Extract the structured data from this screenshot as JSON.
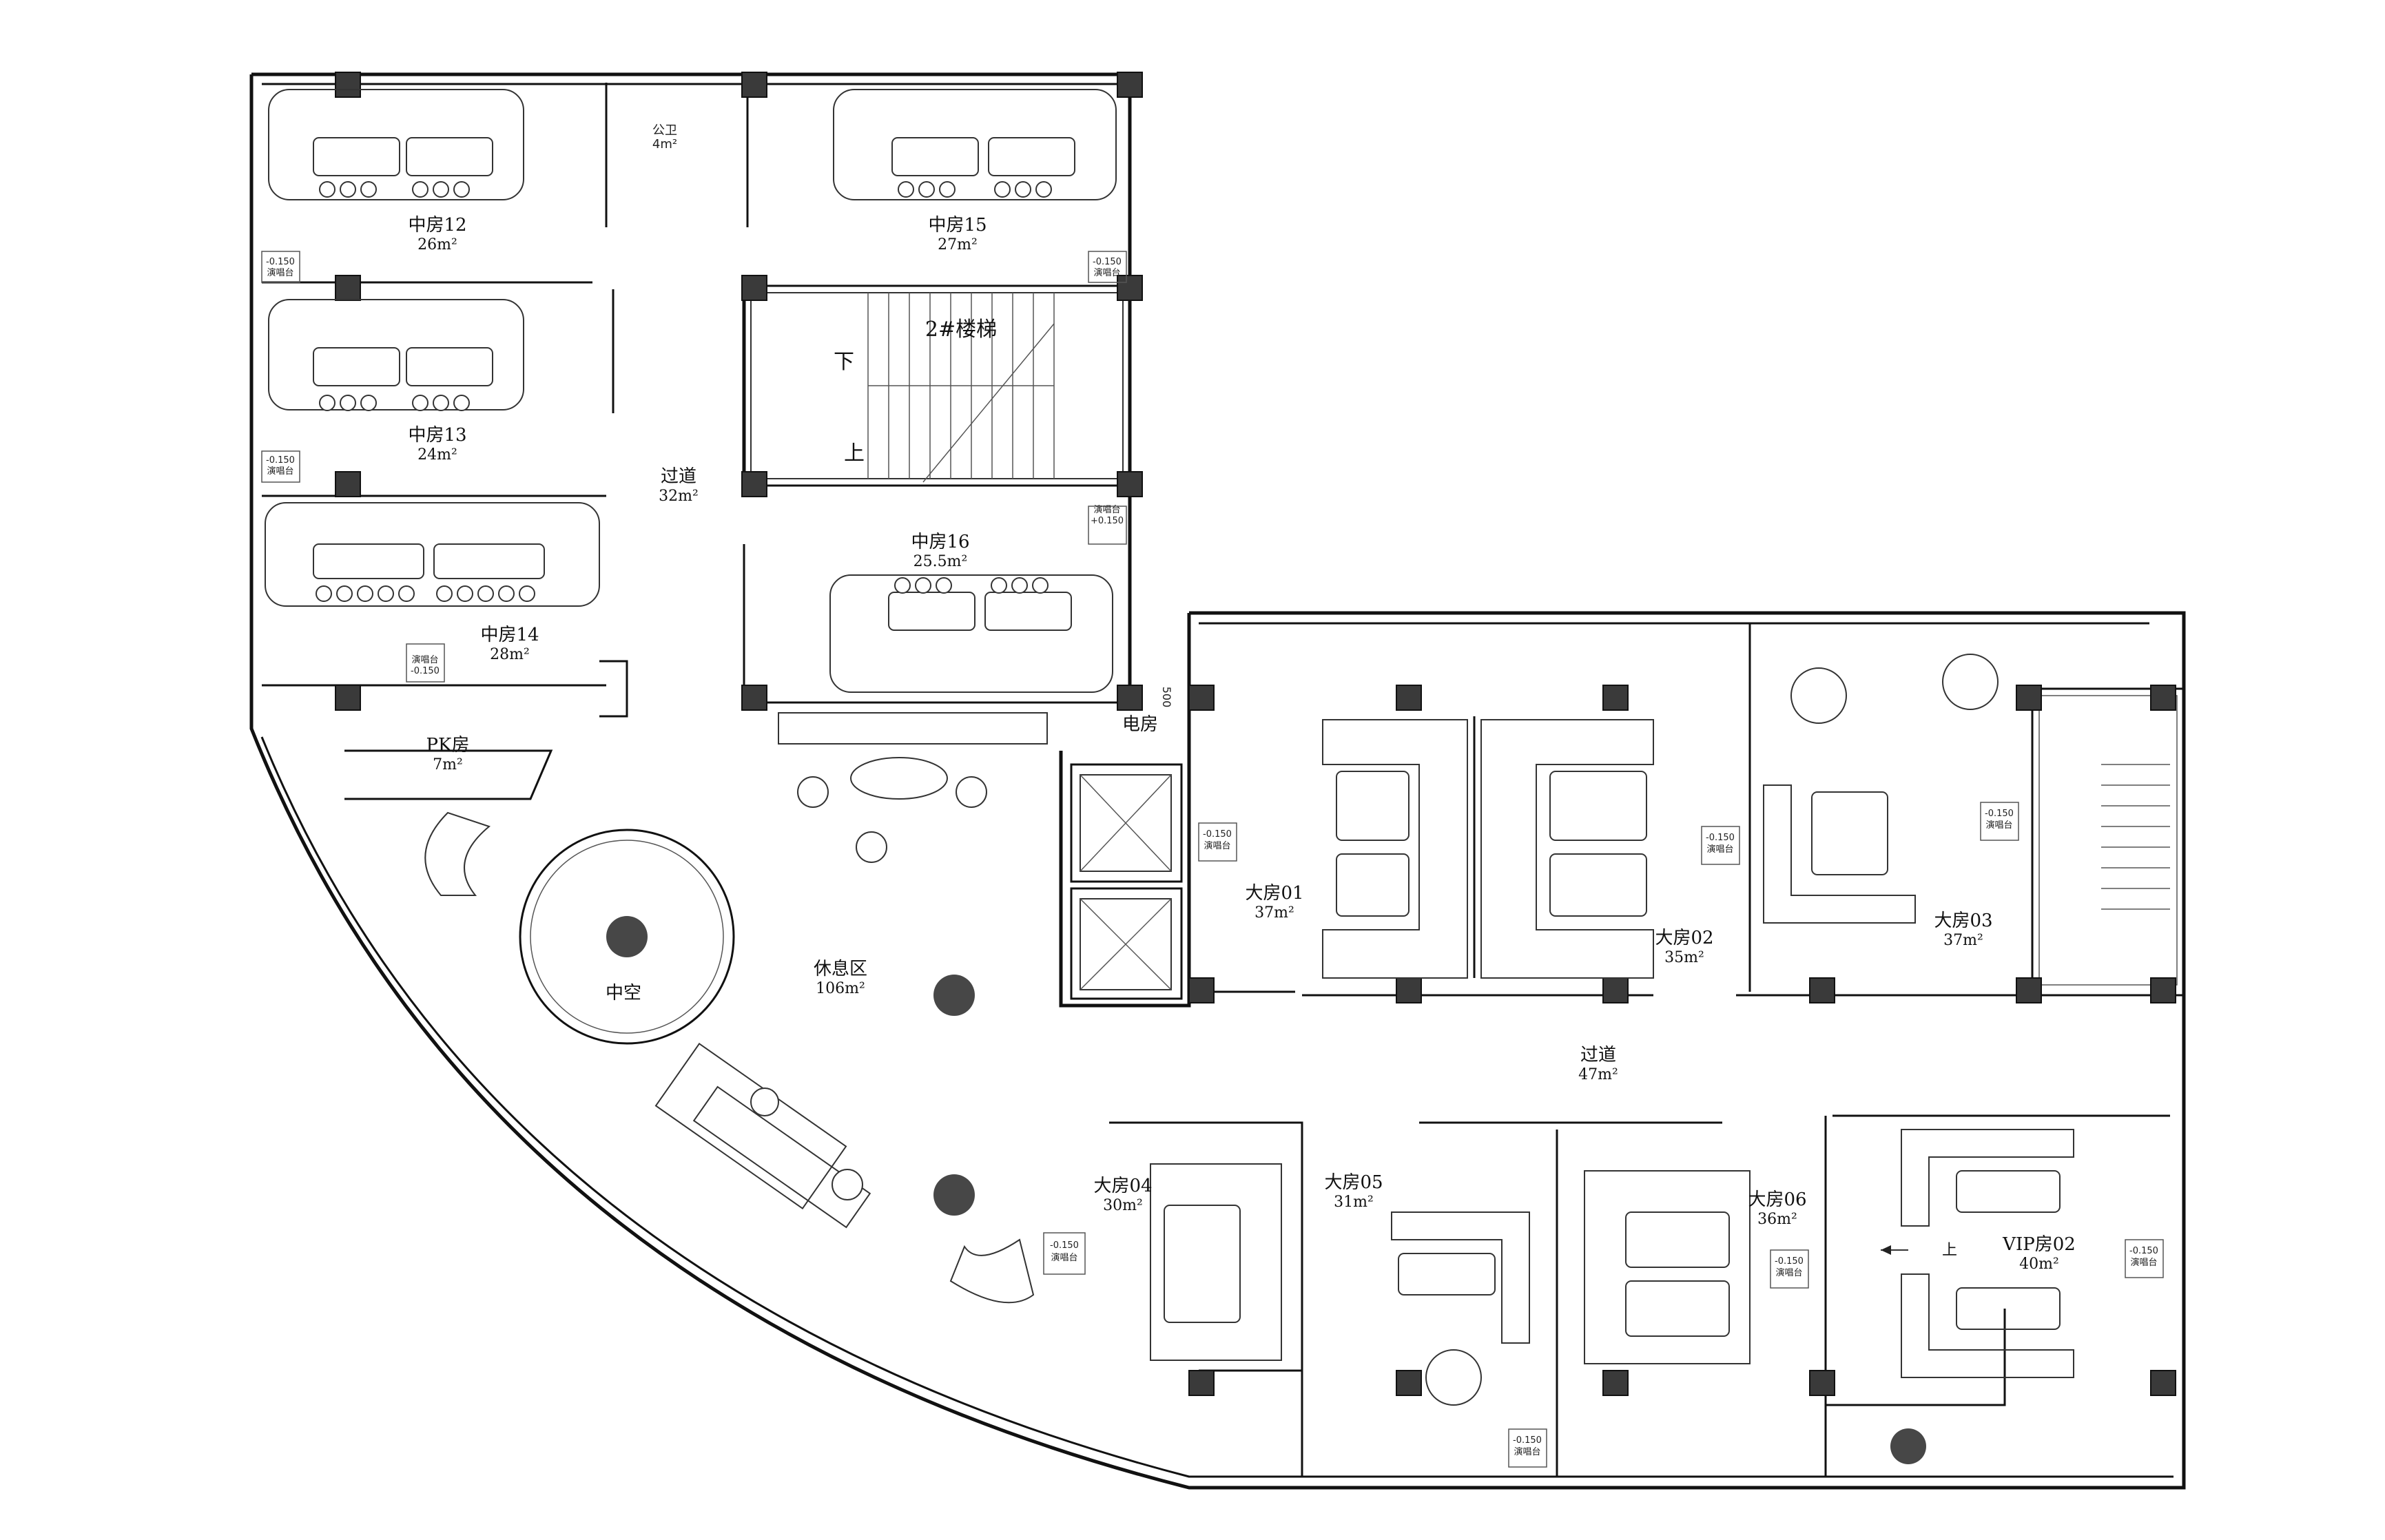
{
  "rooms": {
    "r12": {
      "name": "中房12",
      "area": "26m²"
    },
    "r13": {
      "name": "中房13",
      "area": "24m²"
    },
    "r14": {
      "name": "中房14",
      "area": "28m²"
    },
    "r15": {
      "name": "中房15",
      "area": "27m²"
    },
    "r16": {
      "name": "中房16",
      "area": "25.5m²"
    },
    "pk": {
      "name": "PK房",
      "area": "7m²"
    },
    "wc": {
      "name": "公卫",
      "area": "4m²"
    },
    "corridor_top": {
      "name": "过道",
      "area": "32m²"
    },
    "stair": {
      "name": "2#楼梯",
      "down": "下",
      "up": "上"
    },
    "elec": {
      "name": "电房",
      "dim": "500"
    },
    "void": {
      "name": "中空"
    },
    "lounge": {
      "name": "休息区",
      "area": "106m²"
    },
    "corridor_main": {
      "name": "过道",
      "area": "47m²"
    },
    "L01": {
      "name": "大房01",
      "area": "37m²"
    },
    "L02": {
      "name": "大房02",
      "area": "35m²"
    },
    "L03": {
      "name": "大房03",
      "area": "37m²"
    },
    "L04": {
      "name": "大房04",
      "area": "30m²"
    },
    "L05": {
      "name": "大房05",
      "area": "31m²"
    },
    "L06": {
      "name": "大房06",
      "area": "36m²"
    },
    "vip": {
      "name": "VIP房02",
      "area": "40m²"
    }
  },
  "stage": {
    "level": "+0.150",
    "level_neg": "-0.150",
    "label": "演唱台"
  },
  "arrow_up": "上"
}
